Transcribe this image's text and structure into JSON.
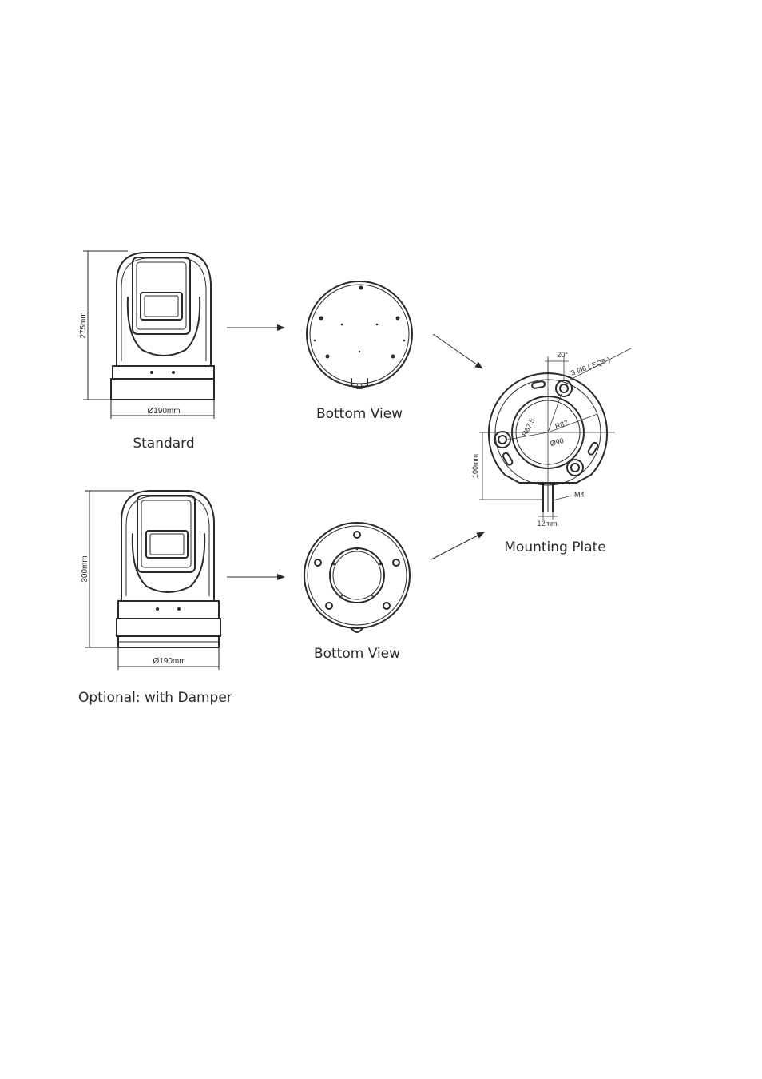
{
  "standard": {
    "caption": "Standard",
    "height_label": "275mm",
    "diameter_label": "Ø190mm"
  },
  "damper": {
    "caption": "Optional: with Damper",
    "height_label": "300mm",
    "diameter_label": "Ø190mm"
  },
  "bottom_view_standard": {
    "caption": "Bottom View"
  },
  "bottom_view_damper": {
    "caption": "Bottom View"
  },
  "mounting_plate": {
    "caption": "Mounting Plate",
    "angle_label": "20°",
    "hole_label": "3-Ø6 ( EQ5 )",
    "r67_label": "R67.5",
    "r87_label": "R87",
    "d90_label": "Ø90",
    "height_label": "100mm",
    "thread_label": "M4",
    "width_label": "12mm"
  }
}
